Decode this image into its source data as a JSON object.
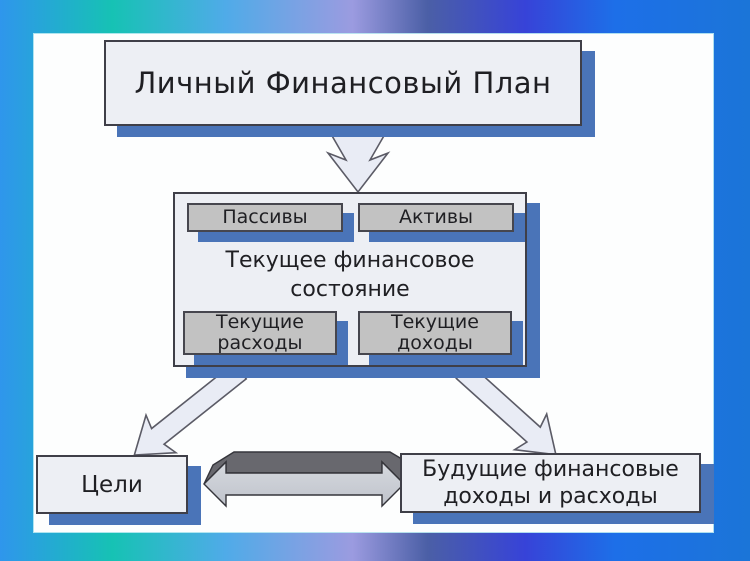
{
  "title_box": {
    "label": "Личный Финансовый План"
  },
  "state_box": {
    "heading": "Текущее финансовое состояние",
    "buttons": {
      "liabilities": "Пассивы",
      "assets": "Активы",
      "expenses": "Текущие расходы",
      "income": "Текущие доходы"
    }
  },
  "goals_box": {
    "label": "Цели"
  },
  "future_box": {
    "label": "Будущие финансовые доходы и расходы"
  },
  "icons": {
    "down_arrow": "down-arrow",
    "down_left_arrow": "down-left-arrow",
    "down_right_arrow": "down-right-arrow",
    "double_arrow_3d": "left-right-3d-arrow"
  },
  "colors": {
    "box_fill": "#edeff4",
    "box_border": "#3f3f48",
    "shadow_blue": "#4a74b8",
    "button_fill": "#c2c2c2",
    "arrow_fill": "#e9ecf5",
    "arrow3d_dark": "#68686e",
    "arrow3d_light": "#c8ccd3",
    "frame_gradient": [
      "#2f96ec",
      "#16c2b4",
      "#4fabe8",
      "#9b9be0",
      "#4b5fa6",
      "#3743d8",
      "#1d6fe8",
      "#1b75d8"
    ]
  }
}
